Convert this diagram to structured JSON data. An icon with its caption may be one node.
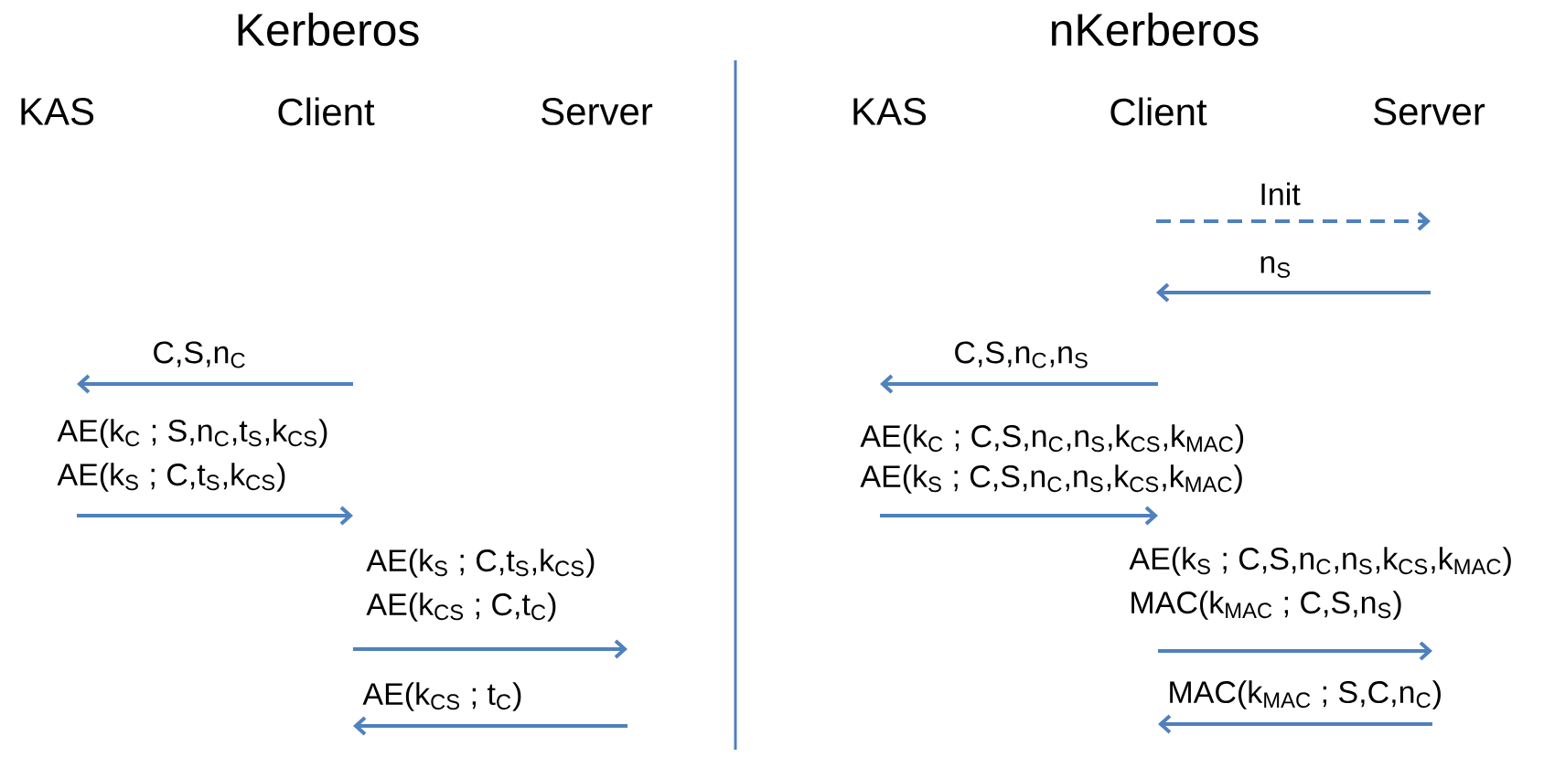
{
  "diagram": {
    "labels": [
      "Kerberos",
      "nKerberos",
      "KAS",
      "Client",
      "Server",
      "KAS",
      "Client",
      "Server",
      "Init",
      "n$_{S}$",
      "C,S,n$_{C}$",
      "C,S,n$_{C}$,n$_{S}$",
      "AE(k$_{C}$ ; S,n$_{C}$,t$_{S}$,k$_{CS}$)",
      "AE(k$_{C}$ ; C,S,n$_{C}$,n$_{S}$,k$_{CS}$,k$_{MAC}$)",
      "AE(k$_{S}$ ; C,t$_{S}$,k$_{CS}$)",
      "AE(k$_{S}$ ; C,S,n$_{C}$,n$_{S}$,k$_{CS}$,k$_{MAC}$)",
      "AE(k$_{S}$ ; C,t$_{S}$,k$_{CS}$)",
      "AE(k$_{S}$ ; C,S,n$_{C}$,n$_{S}$,k$_{CS}$,k$_{MAC}$)",
      "AE(k$_{CS}$ ; C,t$_{C}$)",
      "MAC(k$_{MAC}$ ; C,S,n$_{S}$)",
      "AE(k$_{CS}$ ; t$_{C}$)",
      "MAC(k$_{MAC}$ ; S,C,n$_{C}$)"
    ]
  }
}
